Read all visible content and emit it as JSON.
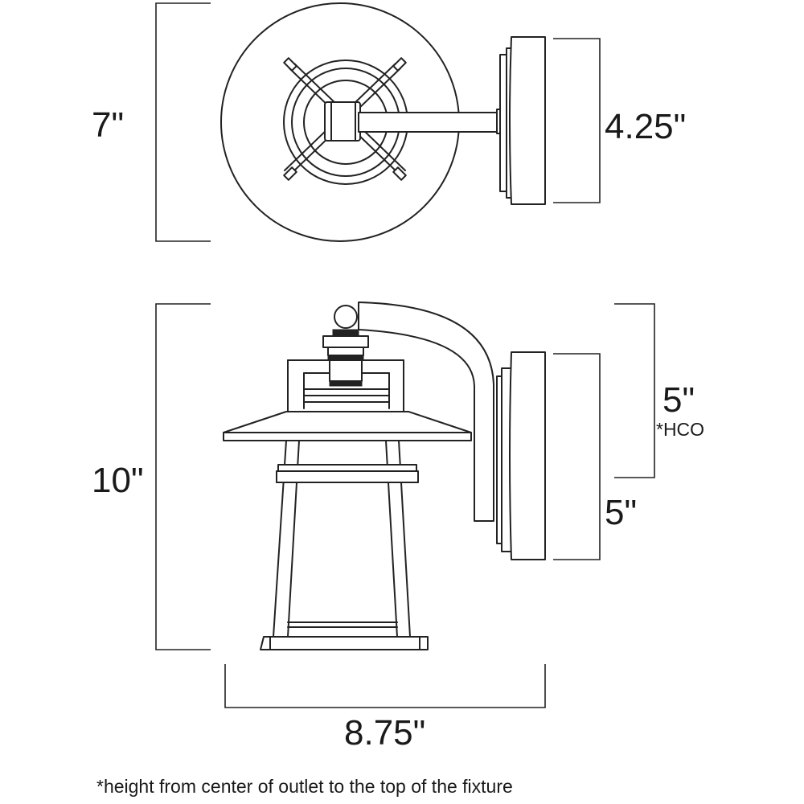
{
  "dimensions": {
    "top_height": "7\"",
    "backplate_height": "4.25\"",
    "overall_height": "10\"",
    "hco": "5\"",
    "hco_note": "*HCO",
    "lower": "5\"",
    "width": "8.75\""
  },
  "footnote": "*height from center of outlet to the top of the fixture"
}
